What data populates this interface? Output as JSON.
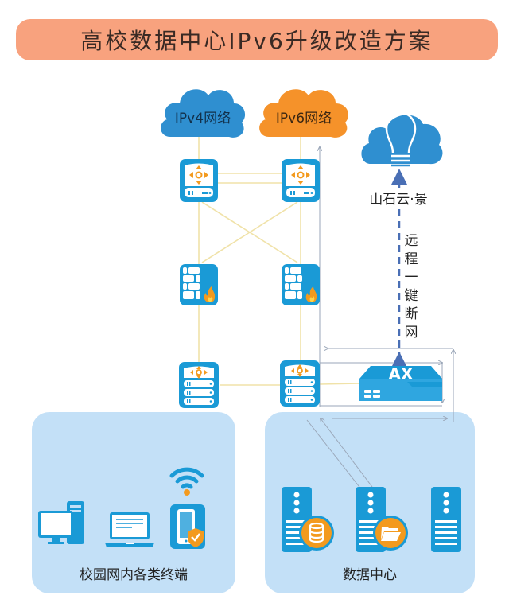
{
  "title": "高校数据中心IPv6升级改造方案",
  "colors": {
    "title_bg": "#f8a27e",
    "device_blue": "#1a9ad6",
    "ipv4_cloud": "#2f8fd0",
    "ipv6_cloud": "#f5922a",
    "accent_orange": "#f39a1e",
    "zone_bg": "#c3e0f7",
    "link_line": "#f0e2a8",
    "dashed_arrow": "#4a6fb5"
  },
  "clouds": {
    "ipv4": {
      "label": "IPv4网络",
      "icon": "cloud-icon"
    },
    "ipv6": {
      "label": "IPv6网络",
      "icon": "cloud-icon"
    },
    "shanshi": {
      "label": "山石云·景",
      "icon": "lightbulb-cloud-icon"
    }
  },
  "devices": {
    "routers": [
      {
        "icon": "router-icon"
      },
      {
        "icon": "router-icon"
      }
    ],
    "firewalls": [
      {
        "icon": "firewall-icon"
      },
      {
        "icon": "firewall-icon"
      }
    ],
    "core_switches": [
      {
        "icon": "core-switch-icon"
      },
      {
        "icon": "core-switch-icon"
      }
    ],
    "ax": {
      "label": "AX",
      "icon": "ax-appliance-icon"
    }
  },
  "remote_action": {
    "label": "远程一键断网"
  },
  "zones": {
    "campus": {
      "label": "校园网内各类终端",
      "items": [
        {
          "icon": "desktop-pc-icon"
        },
        {
          "icon": "laptop-icon"
        },
        {
          "icon": "wifi-icon"
        },
        {
          "icon": "mobile-secure-icon"
        }
      ]
    },
    "datacenter": {
      "label": "数据中心",
      "servers": [
        {
          "icon": "database-server-icon",
          "badge": "database-icon"
        },
        {
          "icon": "file-server-icon",
          "badge": "folder-icon"
        },
        {
          "icon": "server-icon"
        }
      ]
    }
  }
}
